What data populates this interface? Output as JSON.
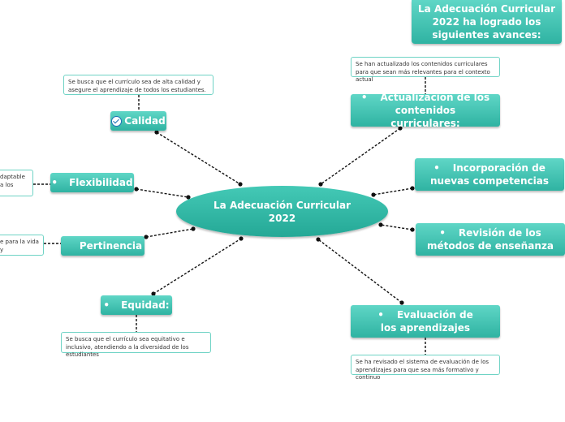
{
  "center": "La Adecuación Curricular 2022",
  "title_box": "La Adecuación Curricular 2022 ha logrado los siguientes avances:",
  "bullet": "•",
  "nodes": {
    "calidad": "Calidad",
    "flexibilidad": "Flexibilidad",
    "pertinencia": "Pertinencia",
    "equidad": "Equidad:",
    "actualizacion": "Actualización de los contenidos curriculares:",
    "competencias": "Incorporación de nuevas competencias",
    "metodos": "Revisión de los métodos de enseñanza",
    "evaluacion": "Evaluación de los aprendizajes"
  },
  "notes": {
    "calidad": "Se busca que el currículo sea de alta calidad y asegure el aprendizaje de todos los estudiantes.",
    "flexibilidad": "daptable a los",
    "pertinencia": "e para la vida y",
    "equidad": "Se busca que el currículo sea equitativo e inclusivo, atendiendo a la diversidad de los estudiantes",
    "actualizacion": "Se han actualizado los contenidos curriculares para que sean más relevantes para el contexto actual",
    "evaluacion": "Se ha revisado el sistema de evaluación de los aprendizajes para que sea más formativo y continuo"
  },
  "colors": {
    "node": "#2fb3a2",
    "node_light": "#5fd6c6",
    "note_border": "#6fd3c5",
    "check": "#1e6fb6"
  },
  "icons": {
    "calidad": "check-circle-icon"
  }
}
